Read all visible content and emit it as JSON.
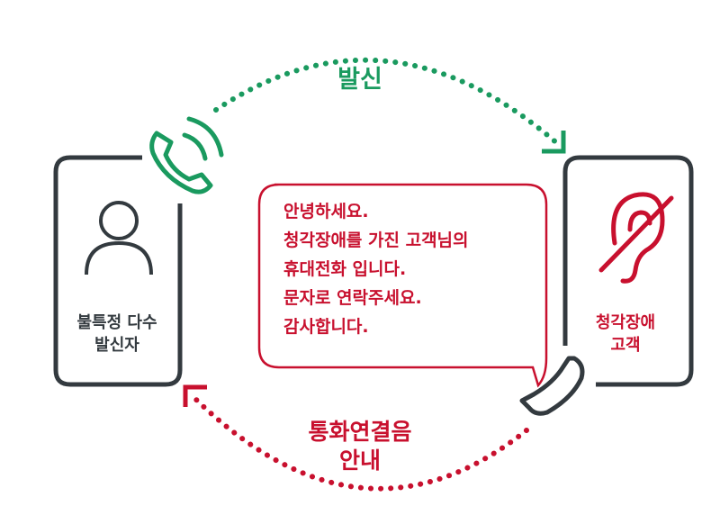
{
  "diagram": {
    "send_label": "발신",
    "sender": {
      "line1": "불특정 다수",
      "line2": "발신자"
    },
    "receiver": {
      "line1": "청각장애",
      "line2": "고객"
    },
    "guide_label": {
      "line1": "통화연결음",
      "line2": "안내"
    },
    "message": [
      "안녕하세요.",
      "청각장애를 가진 고객님의",
      "휴대전화 입니다.",
      "문자로 연락주세요.",
      "감사합니다."
    ]
  },
  "colors": {
    "green": "#1a9a5f",
    "red": "#c8102e",
    "gray": "#333a3f"
  },
  "icons": [
    "phone-ringing-icon",
    "person-icon",
    "hearing-disabled-icon",
    "phone-handset-icon"
  ]
}
